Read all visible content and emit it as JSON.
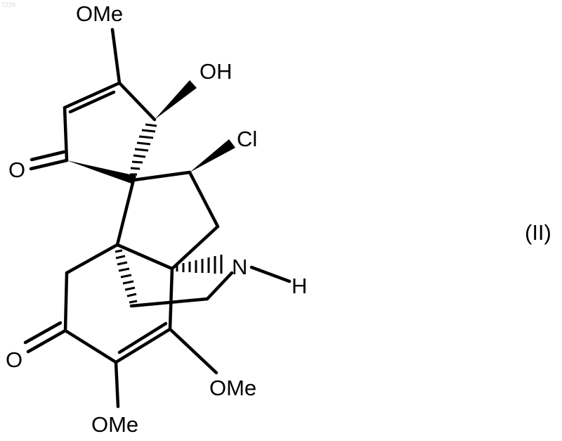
{
  "watermark": "7229",
  "compound_label": "(II)",
  "atoms": {
    "ome_top": "OMe",
    "oh": "OH",
    "cl": "Cl",
    "o_upper_ketone": "O",
    "nitrogen": "N",
    "hydrogen": "H",
    "o_lower_ketone": "O",
    "ome_right": "OMe",
    "ome_bottom": "OMe"
  },
  "colors": {
    "ink": "#000000",
    "background": "#ffffff",
    "watermark": "#d6d6d6"
  }
}
